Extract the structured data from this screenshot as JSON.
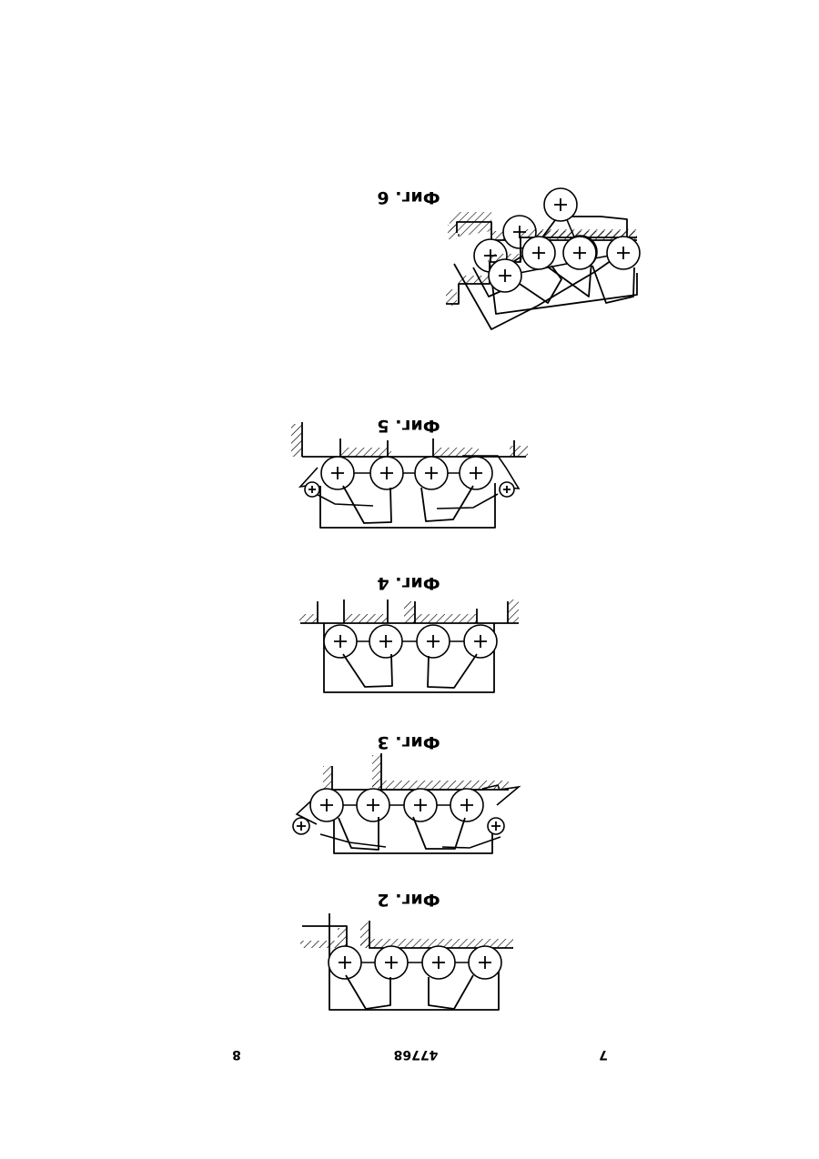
{
  "document": {
    "page_left": "7",
    "patent_number": "47768",
    "page_right": "8",
    "figures": [
      {
        "id": "fig2",
        "caption": "Фиг. 2"
      },
      {
        "id": "fig3",
        "caption": "Фиг. 3"
      },
      {
        "id": "fig4",
        "caption": "Фиг. 4"
      },
      {
        "id": "fig5",
        "caption": "Фиг. 5"
      },
      {
        "id": "fig6",
        "caption": "Фиг. 6"
      }
    ]
  }
}
